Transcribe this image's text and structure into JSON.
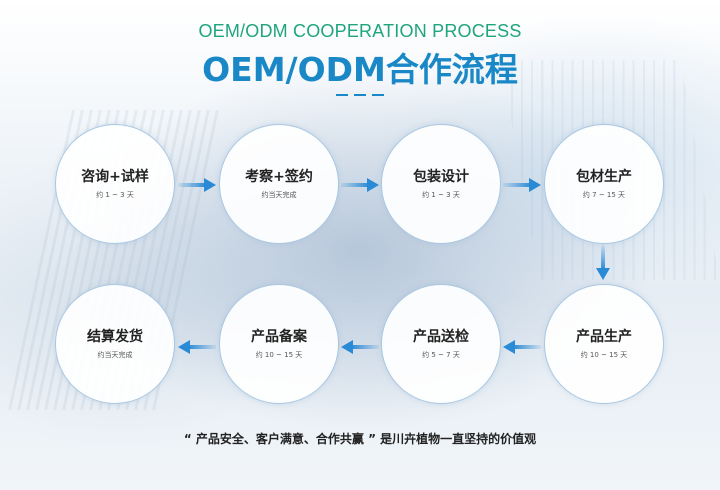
{
  "header": {
    "subtitle": "OEM/ODM COOPERATION PROCESS",
    "title": "OEM/ODM合作流程"
  },
  "steps": [
    {
      "name": "咨询+试样",
      "time": "约 1 ~ 3 天"
    },
    {
      "name": "考察+签约",
      "time": "约当天完成"
    },
    {
      "name": "包装设计",
      "time": "约 1 ~ 3 天"
    },
    {
      "name": "包材生产",
      "time": "约 7 ~ 15 天"
    },
    {
      "name": "产品生产",
      "time": "约 10 ~ 15 天"
    },
    {
      "name": "产品送检",
      "time": "约 5 ~ 7 天"
    },
    {
      "name": "产品备案",
      "time": "约 10 ~ 15 天"
    },
    {
      "name": "结算发货",
      "time": "约当天完成"
    }
  ],
  "footer": {
    "text": "“ 产品安全、客户满意、合作共赢 ” 是川卉植物一直坚持的价值观"
  },
  "colors": {
    "accent_green": "#1fa57c",
    "accent_blue": "#1a88c7",
    "arrow_blue": "#2a8ad6"
  }
}
